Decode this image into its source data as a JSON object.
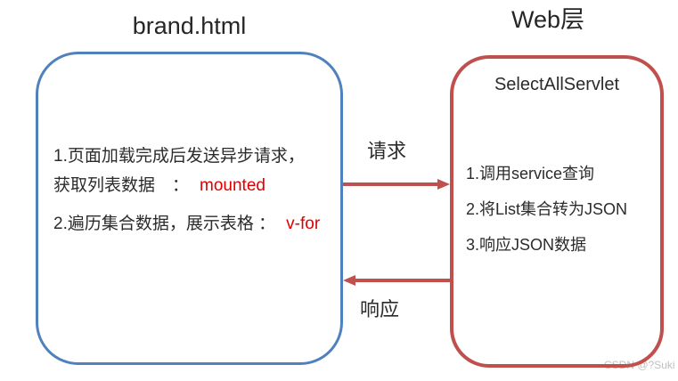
{
  "left_panel": {
    "title": "brand.html",
    "lines": [
      {
        "text": "1.页面加载完成后发送异步请求，",
        "highlight": ""
      },
      {
        "text": "获取列表数据　：",
        "highlight": "mounted"
      },
      {
        "text": "2.遍历集合数据，展示表格 ：",
        "highlight": "v-for"
      }
    ]
  },
  "right_panel": {
    "title": "Web层",
    "heading": "SelectAllServlet",
    "items": [
      "1.调用service查询",
      "2.将List集合转为JSON",
      "3.响应JSON数据"
    ]
  },
  "arrows": {
    "request_label": "请求",
    "response_label": "响应"
  },
  "watermark": "CSDN @?Suki",
  "colors": {
    "browser_box_border": "#4f81bd",
    "servlet_box_border": "#c0504d",
    "arrow": "#c0504d",
    "highlight_text": "#e00000",
    "text": "#2b2b2b",
    "watermark": "#bfbfbf"
  }
}
